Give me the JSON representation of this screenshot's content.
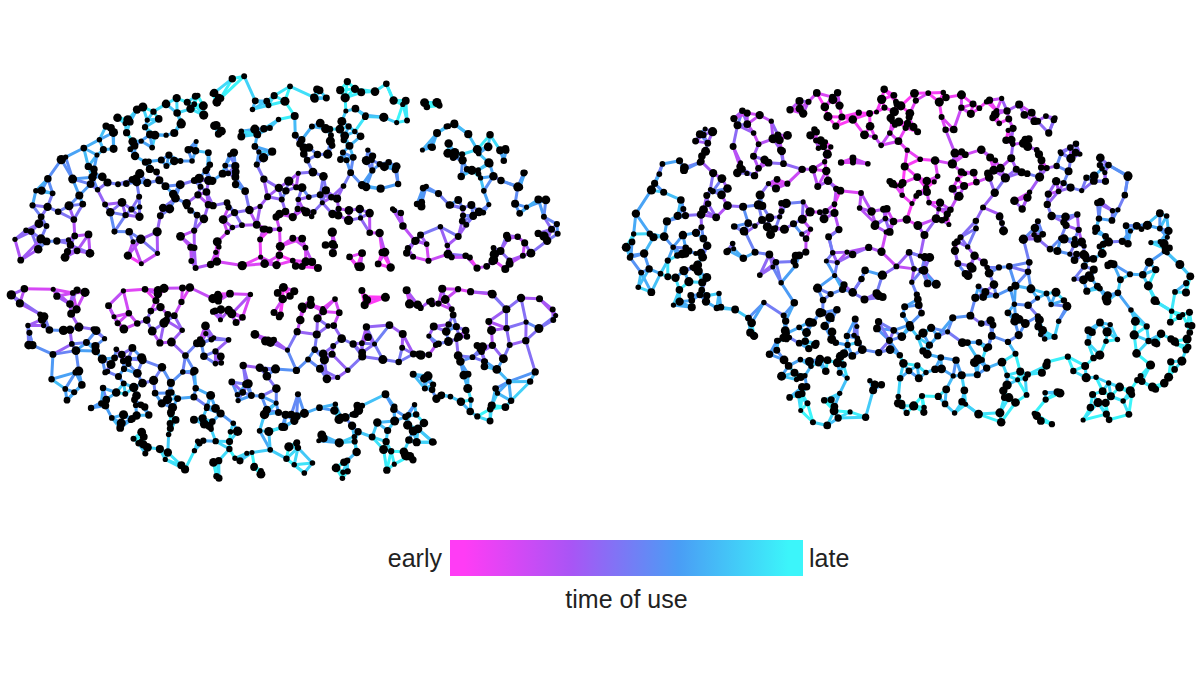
{
  "diagram": {
    "labels": [
      "time of use"
    ],
    "legend": [
      {
        "text": "early",
        "color": "#ff3cf5"
      },
      {
        "text": "late",
        "color": "#3cf5fa"
      }
    ]
  }
}
